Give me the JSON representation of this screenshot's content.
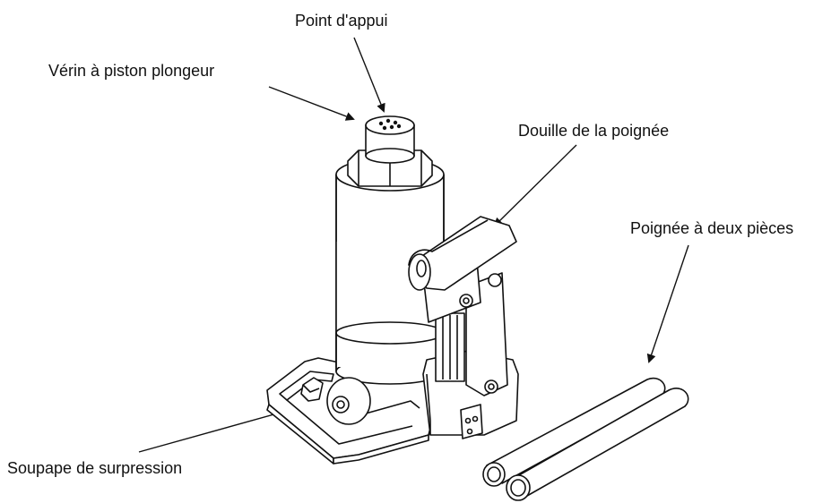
{
  "labels": {
    "top": "Point d'appui",
    "ram": "Vérin à piston plongeur",
    "socket": "Douille de la poignée",
    "handle": "Poignée à deux pièces",
    "valve": "Soupape de surpression"
  },
  "colors": {
    "line": "#111111",
    "background": "#ffffff"
  }
}
